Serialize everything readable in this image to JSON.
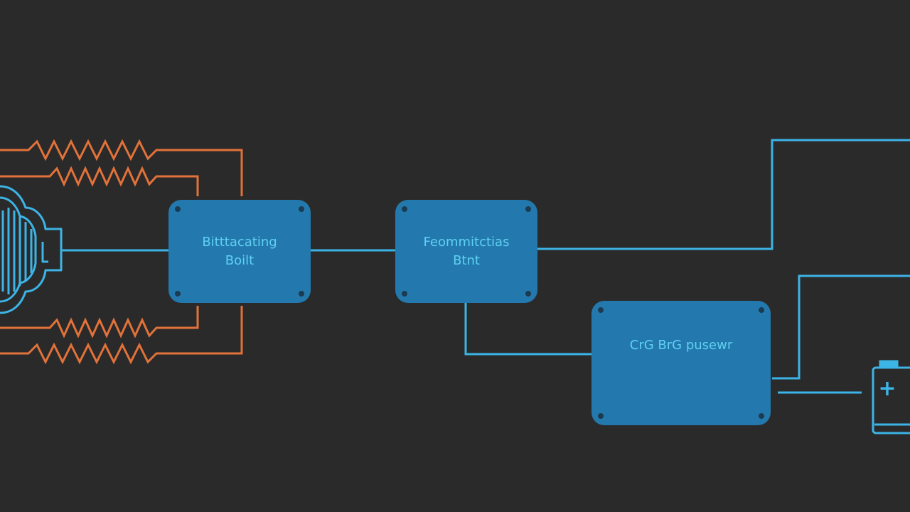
{
  "boxes": [
    {
      "line1": "Bitttacating",
      "line2": "Boilt"
    },
    {
      "line1": "Feommitctias",
      "line2": "Btnt"
    },
    {
      "line1": "CrG BrG pusewr",
      "line2": ""
    }
  ],
  "battery_symbol": "+",
  "colors": {
    "background": "#2a2a2a",
    "box_fill": "#2379ad",
    "wire_blue": "#3cb4e6",
    "wire_orange": "#e2723a",
    "label_text": "#5fd0f2"
  },
  "icons": [
    "motor-icon",
    "resistor-icon",
    "battery-icon"
  ]
}
